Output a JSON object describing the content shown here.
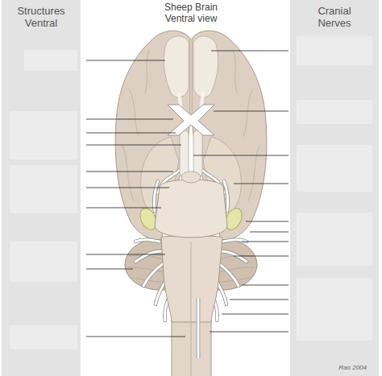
{
  "diagram": {
    "title": "Sheep Brain Ventral view",
    "nodes": [
      {
        "text": [
          "Structures Ventral"
        ]
      },
      {
        "text": [
          "Cranial Nerves"
        ]
      }
    ],
    "labels": [
      "Rao 2004"
    ]
  }
}
